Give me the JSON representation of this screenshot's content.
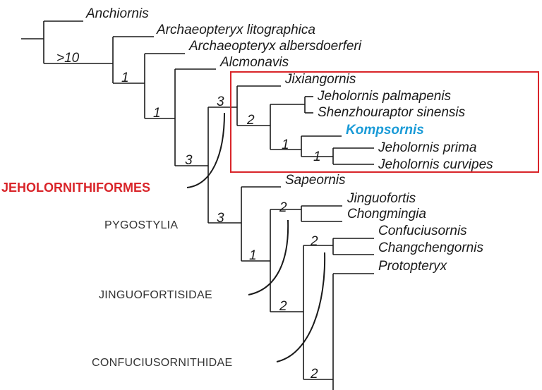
{
  "taxa": {
    "anchiornis": "Anchiornis",
    "archaeopteryx_lito": "Archaeopteryx litographica",
    "archaeopteryx_alb": "Archaeopteryx albersdoerferi",
    "alcmonavis": "Alcmonavis",
    "jixiangornis": "Jixiangornis",
    "jeholornis_palmapenis": "Jeholornis palmapenis",
    "shenzhouraptor": "Shenzhouraptor sinensis",
    "kompsornis": "Kompsornis",
    "jeholornis_prima": "Jeholornis prima",
    "jeholornis_curvipes": "Jeholornis curvipes",
    "sapeornis": "Sapeornis",
    "jinguofortis": "Jinguofortis",
    "chongmingia": "Chongmingia",
    "confuciusornis": "Confuciusornis",
    "changchengornis": "Changchengornis",
    "protopteryx": "Protopteryx"
  },
  "support": {
    "n1": ">10",
    "n2": "1",
    "n3": "1",
    "n4": "3",
    "n5": "3",
    "n6": "2",
    "n7": "1",
    "n8": "1",
    "n9": "3",
    "n10": "1",
    "n11": "2",
    "n12": "2",
    "n13": "2",
    "n14": "2"
  },
  "clades": {
    "jeholornithiformes": "JEHOLORNITHIFORMES",
    "pygostylia": "PYGOSTYLIA",
    "jinguofortisidae": "JINGUOFORTISIDAE",
    "confuciusornithidae": "CONFUCIUSORNITHIDAE"
  },
  "colors": {
    "highlight_taxon": "#1a9bd7",
    "highlight_clade": "#d9252a",
    "box": "#d9252a"
  }
}
